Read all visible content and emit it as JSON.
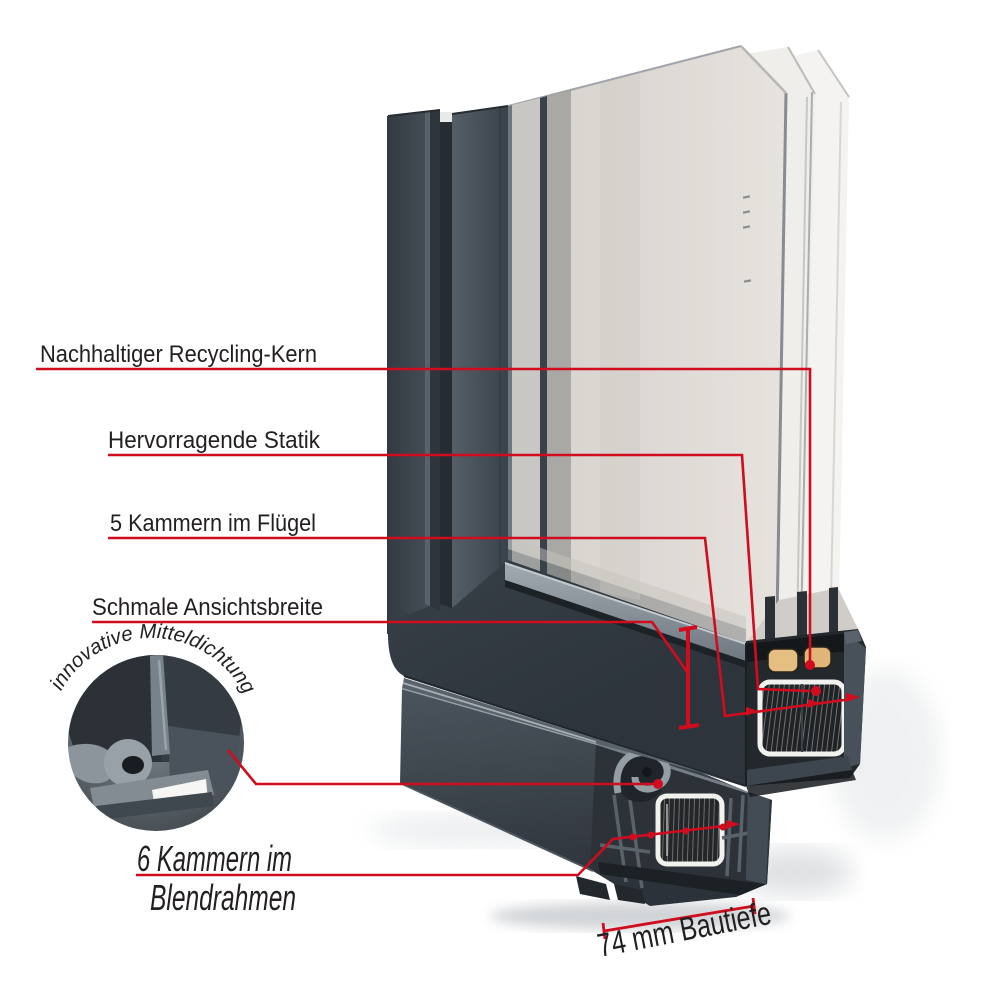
{
  "diagram": {
    "background": "#ffffff",
    "accent_color": "#d00c1e",
    "text_color": "#231f20",
    "profile_color": "#434c55",
    "glass_color": "#dcd8d2",
    "sealant_color": "#e5bf82",
    "steel_color": "#f1f1ee",
    "callouts": {
      "recycling_core": {
        "label": "Nachhaltiger Recycling-Kern"
      },
      "statics": {
        "label": "Hervorragende Statik"
      },
      "sash_chambers": {
        "label": "5 Kammern im Flügel"
      },
      "face_width": {
        "label": "Schmale Ansichtsbreite"
      },
      "center_gasket": {
        "label": "innovative Mitteldichtung"
      },
      "frame_chambers": {
        "label_line1": "6 Kammern im",
        "label_line2": "Blendrahmen"
      },
      "build_depth": {
        "label": "74 mm Bautiefe"
      }
    }
  }
}
